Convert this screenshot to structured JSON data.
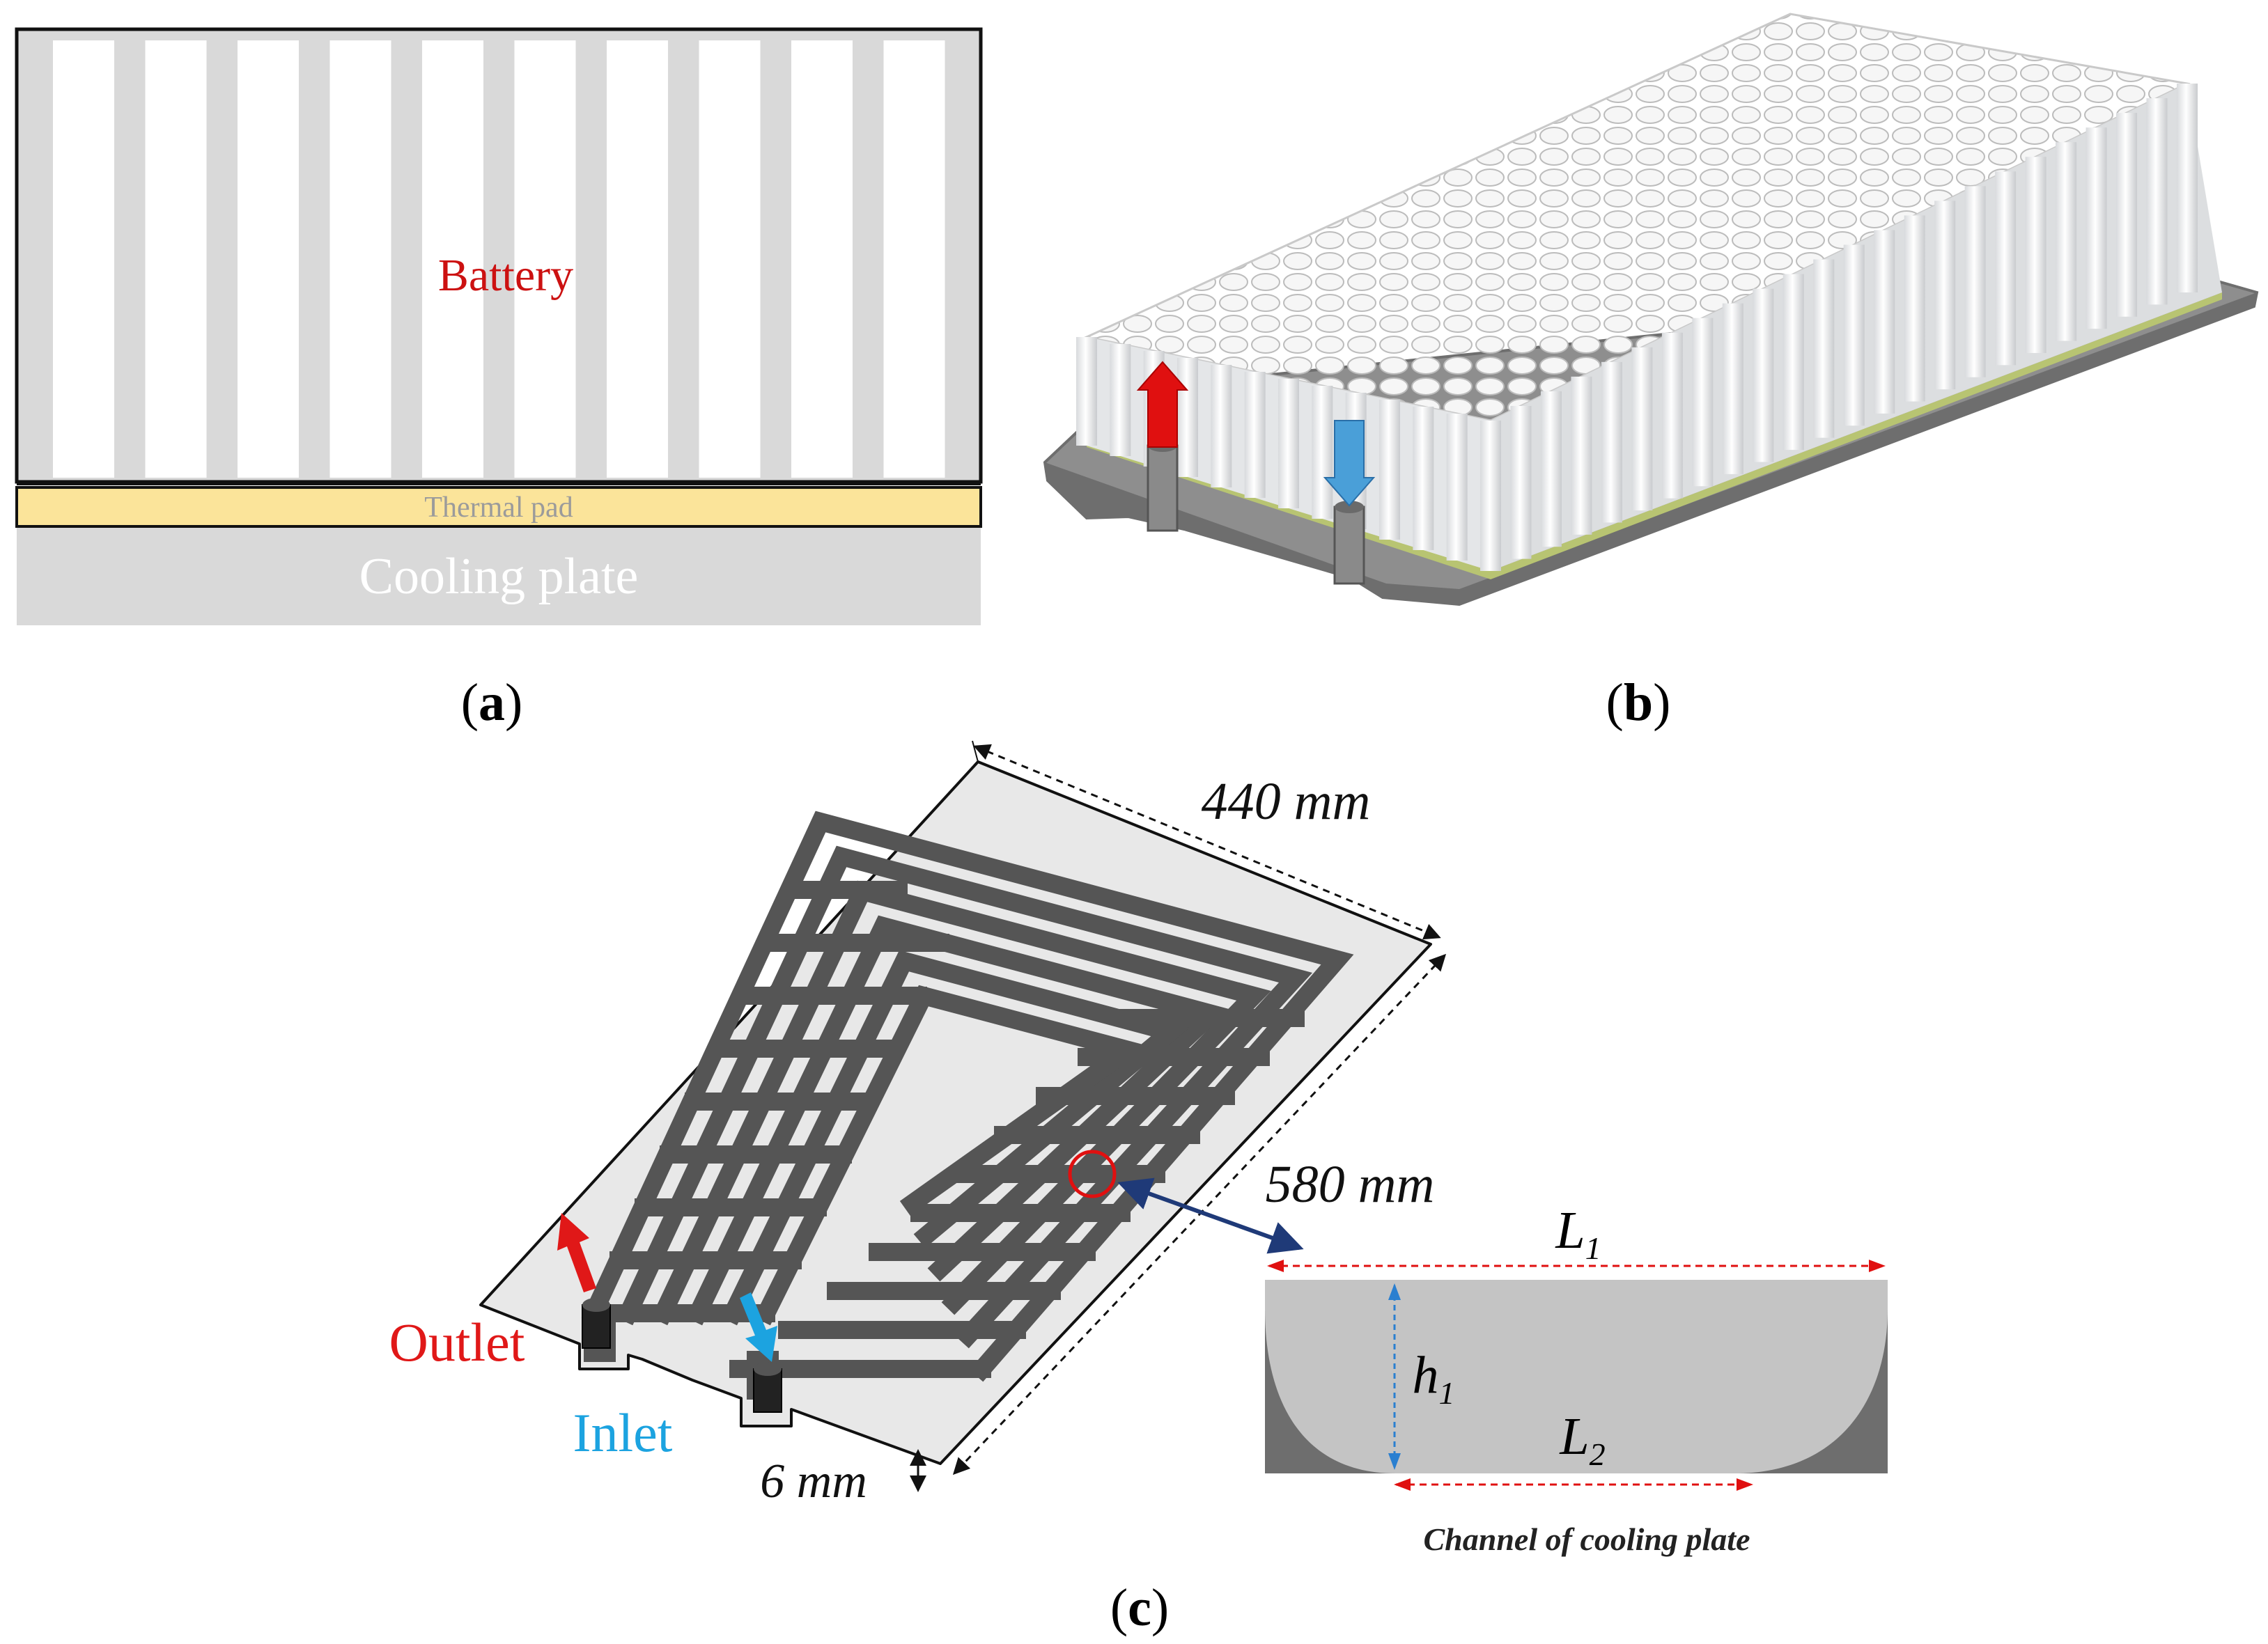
{
  "panel_a": {
    "battery_label": "Battery",
    "thermal_pad_label": "Thermal pad",
    "cooling_plate_label": "Cooling plate",
    "caption_open": "(",
    "caption_letter": "a",
    "caption_close": ")",
    "colors": {
      "battery_label": "#cc1111",
      "thermal_pad": "#fbe49a",
      "cooling_plate": "#d9d9d9",
      "cell_gap": "#d9d9d9"
    }
  },
  "panel_b": {
    "caption_open": "(",
    "caption_letter": "b",
    "caption_close": ")",
    "colors": {
      "outlet_arrow": "#e01010",
      "inlet_arrow": "#4a9fd8",
      "plate": "#8e8e8e",
      "cells": "#f2f2f2"
    }
  },
  "panel_c": {
    "width_label": "440 mm",
    "length_label": "580 mm",
    "thickness_label": "6 mm",
    "outlet_label": "Outlet",
    "inlet_label": "Inlet",
    "section": {
      "L1_base": "L",
      "L1_sub": "1",
      "h1_base": "h",
      "h1_sub": "1",
      "L2_base": "L",
      "L2_sub": "2",
      "caption": "Channel of cooling plate"
    },
    "caption_open": "(",
    "caption_letter": "c",
    "caption_close": ")",
    "colors": {
      "outlet": "#e01818",
      "inlet": "#1ca3e0",
      "channel": "#555555",
      "plate": "#e8e8e8",
      "section_fill": "#c4c4c4",
      "section_dark": "#6e6e6e",
      "highlight_circle": "#e01010",
      "pointer_arrow": "#1f3a78"
    }
  }
}
